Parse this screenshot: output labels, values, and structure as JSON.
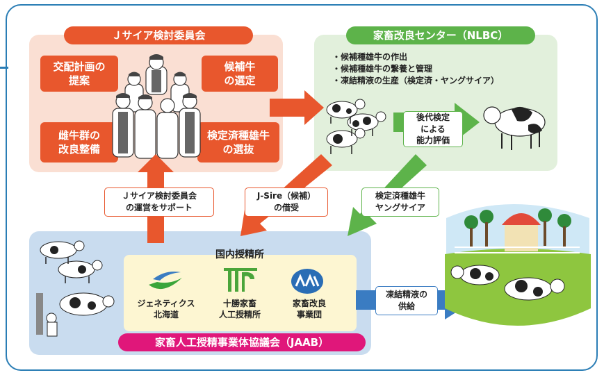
{
  "committee": {
    "title": "Ｊサイア検討委員会",
    "boxes": [
      "交配計画の\n提案",
      "候補牛\nの選定",
      "雌牛群の\n改良整備",
      "検定済種雄牛\nの選抜"
    ]
  },
  "nlbc": {
    "title": "家畜改良センター（NLBC）",
    "items": [
      "・候補種雄牛の作出",
      "・候補種雄牛の繋養と管理",
      "・凍結精液の生産（検定済・ヤングサイア）"
    ],
    "progeny_label": "後代検定\nによる\n能力評価"
  },
  "callouts": {
    "support": "Ｊサイア検討委員会\nの運営をサポート",
    "jsire_lend": "J-Sire（候補）\nの借受",
    "proven_bulls": "検定済種雄牛\nヤングサイア",
    "supply": "凍結精液の\n供給"
  },
  "jaab": {
    "title": "家畜人工授精事業体協議会（JAAB）",
    "center_title": "国内授精所",
    "members": [
      {
        "name": "ジェネティクス\n北海道",
        "logo": "genetics-hokkaido-logo"
      },
      {
        "name": "十勝家畜\n人工授精所",
        "logo": "tokachi-logo"
      },
      {
        "name": "家畜改良\n事業団",
        "logo": "liaj-logo"
      }
    ]
  },
  "colors": {
    "frame": "#2a7db5",
    "orange": "#e8572d",
    "green": "#5db34a",
    "magenta": "#e0177a",
    "blue_arrow": "#3a7cc2",
    "green_arrow": "#5db34a"
  }
}
